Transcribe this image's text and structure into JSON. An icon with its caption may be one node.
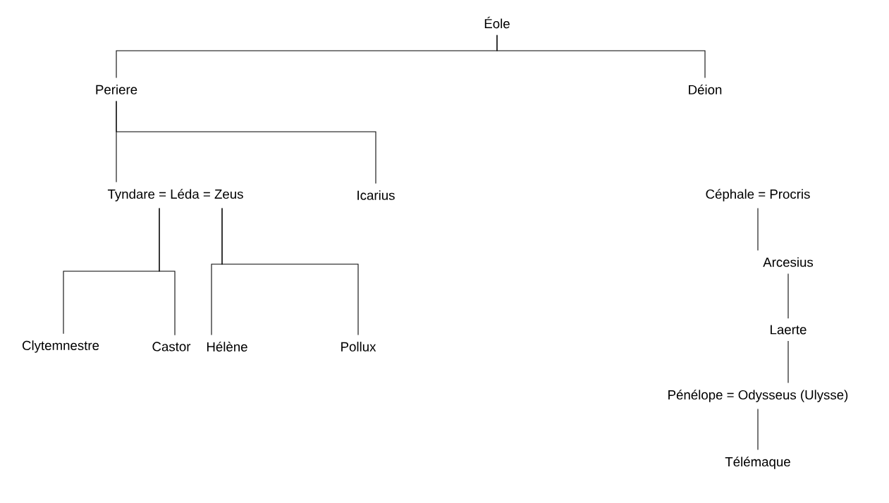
{
  "diagram": {
    "nodes": [
      {
        "text": [
          "Éole"
        ]
      },
      {
        "text": [
          "Periere"
        ]
      },
      {
        "text": [
          "Déion"
        ]
      },
      {
        "text": [
          "Tyndare = Léda = Zeus"
        ]
      },
      {
        "text": [
          "Icarius"
        ]
      },
      {
        "text": [
          "Céphale = Procris"
        ]
      },
      {
        "text": [
          "Clytemnestre"
        ]
      },
      {
        "text": [
          "Castor"
        ]
      },
      {
        "text": [
          "Hélène"
        ]
      },
      {
        "text": [
          "Pollux"
        ]
      },
      {
        "text": [
          "Arcesius"
        ]
      },
      {
        "text": [
          "Laerte"
        ]
      },
      {
        "text": [
          "Pénélope = Odysseus (Ulysse)"
        ]
      },
      {
        "text": [
          "Télémaque"
        ]
      }
    ],
    "edges": [
      {
        "from": 0,
        "to": 1,
        "arrow": "none"
      },
      {
        "from": 0,
        "to": 2,
        "arrow": "none"
      },
      {
        "from": 1,
        "to": 3,
        "arrow": "none"
      },
      {
        "from": 1,
        "to": 4,
        "arrow": "none"
      },
      {
        "from": 3,
        "to": 6,
        "arrow": "none"
      },
      {
        "from": 3,
        "to": 7,
        "arrow": "none"
      },
      {
        "from": 3,
        "to": 8,
        "arrow": "none"
      },
      {
        "from": 3,
        "to": 9,
        "arrow": "none"
      },
      {
        "from": 5,
        "to": 10,
        "arrow": "none"
      },
      {
        "from": 10,
        "to": 11,
        "arrow": "none"
      },
      {
        "from": 11,
        "to": 12,
        "arrow": "none"
      },
      {
        "from": 12,
        "to": 13,
        "arrow": "none"
      }
    ]
  }
}
